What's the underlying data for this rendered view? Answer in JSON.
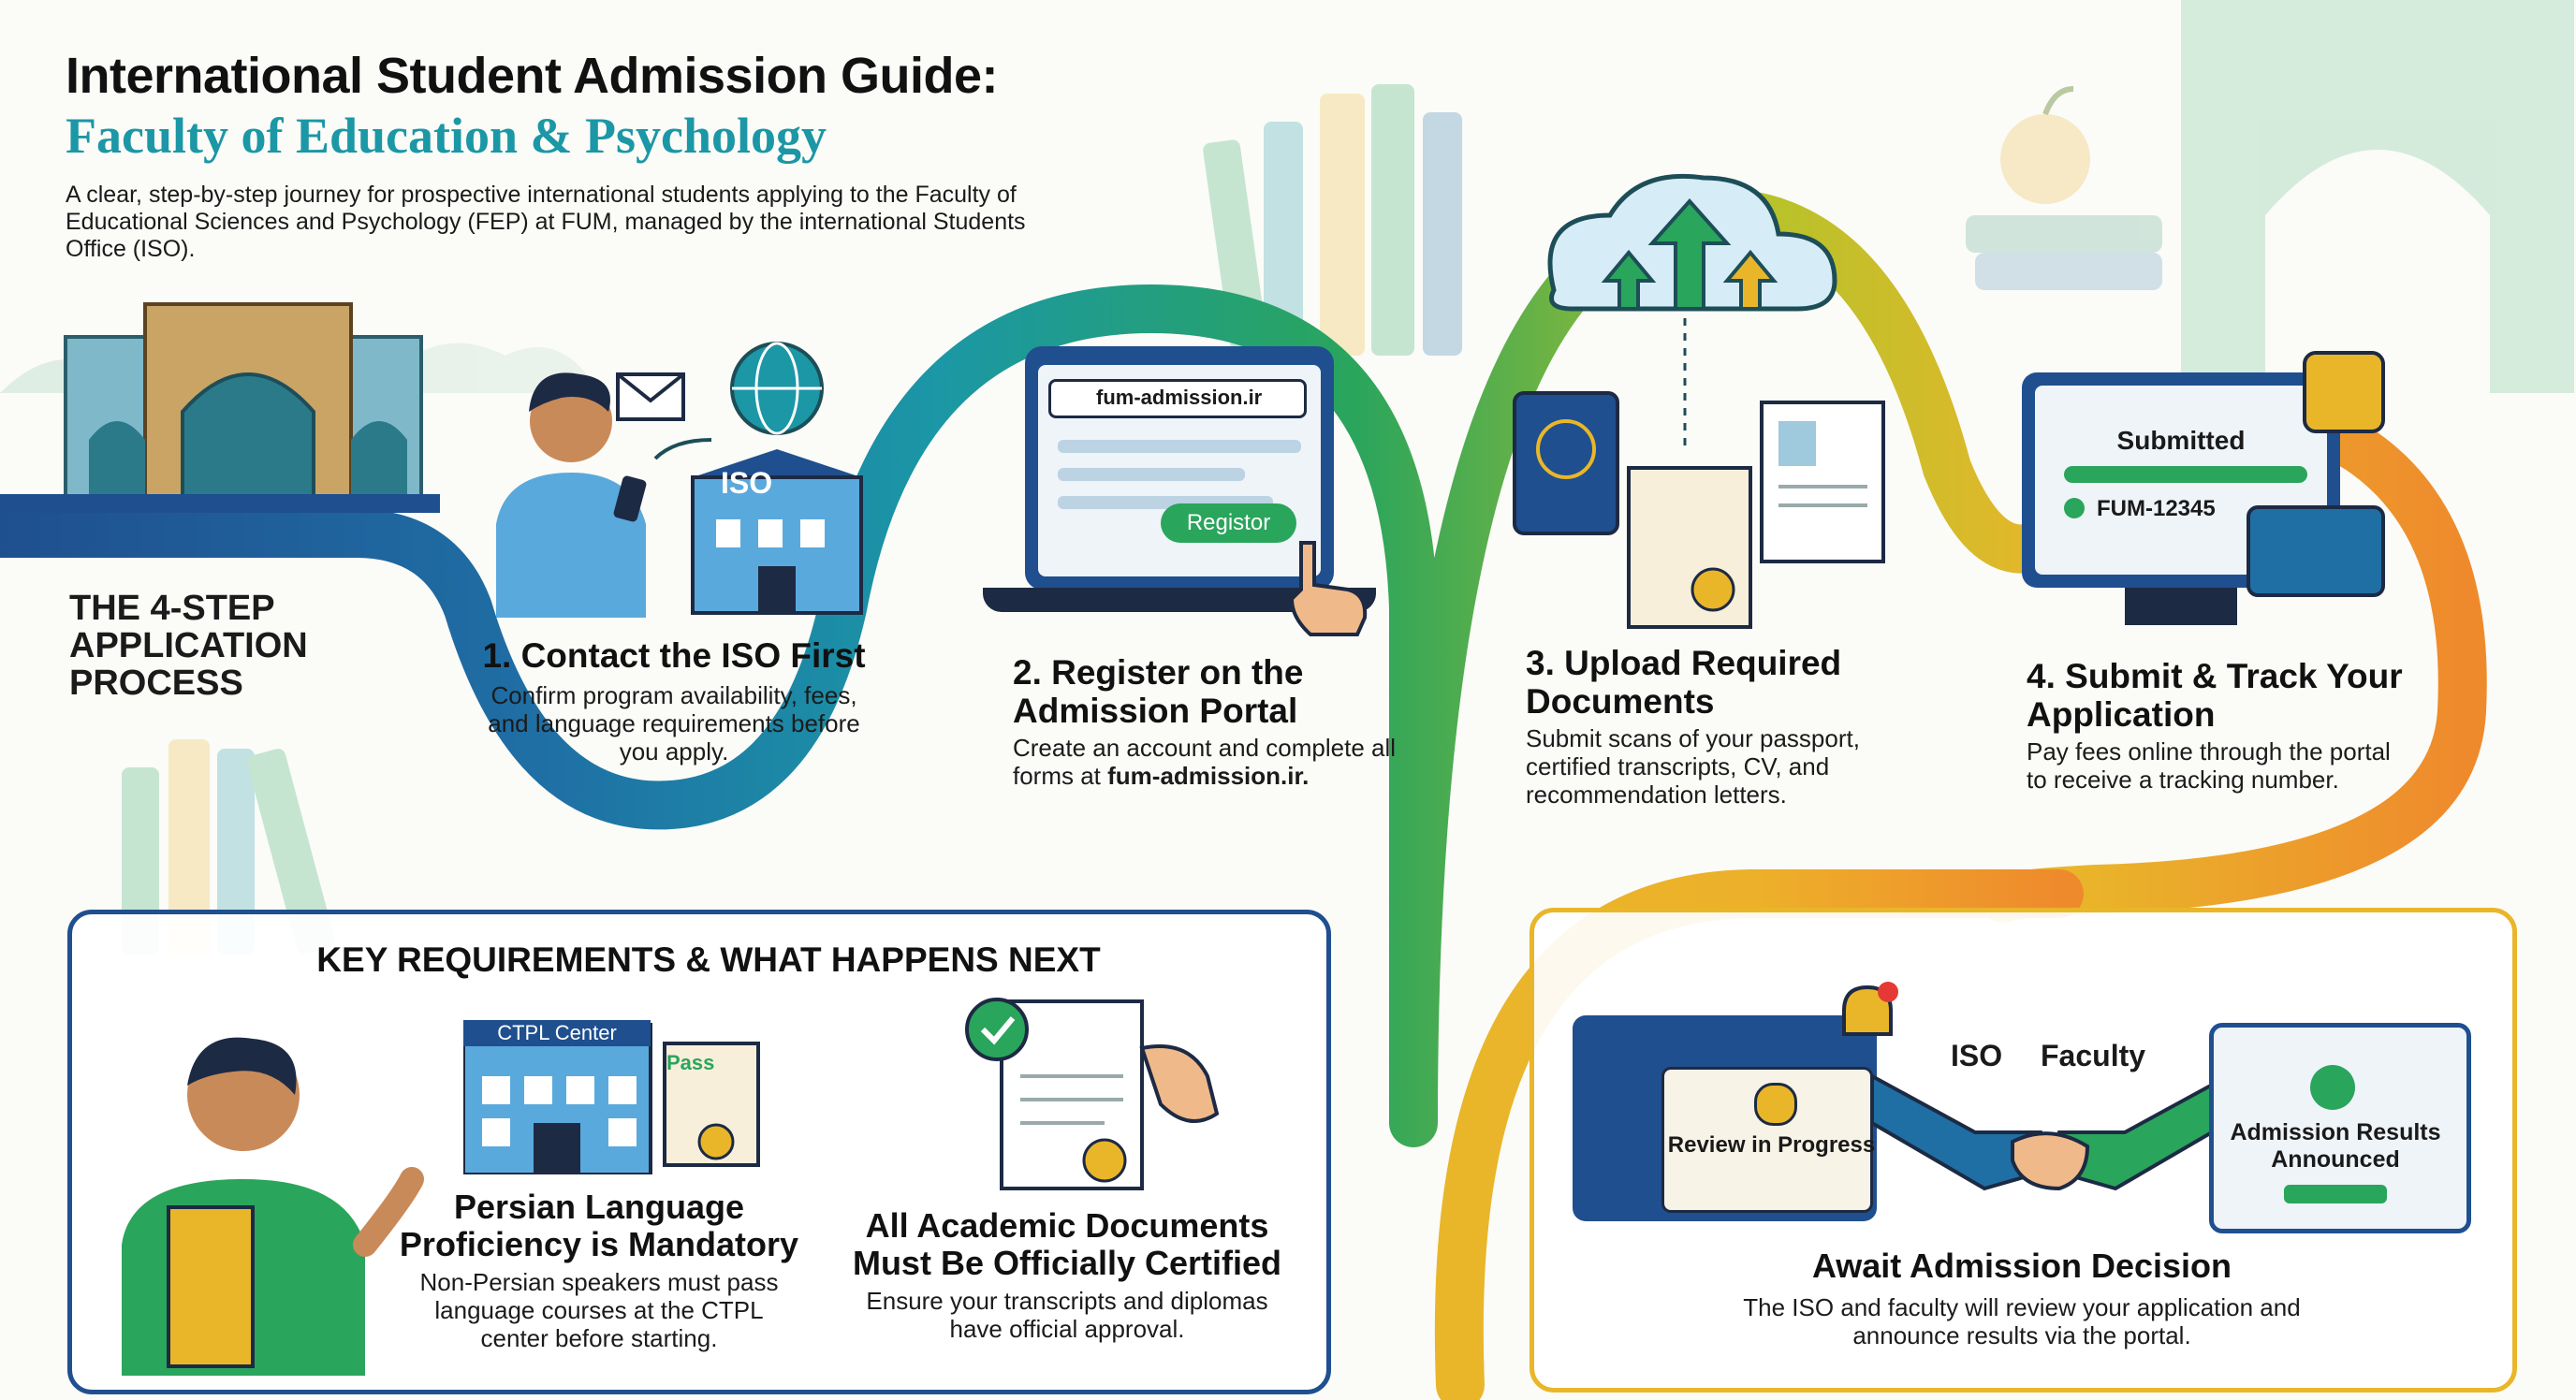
{
  "header": {
    "title": "International Student Admission Guide:",
    "subtitle": "Faculty of Education & Psychology",
    "intro": "A clear, step-by-step journey for prospective international students applying to the Faculty of Educational Sciences and Psychology (FEP) at FUM, managed by the international Students Office (ISO)."
  },
  "process_label": "THE 4-STEP APPLICATION PROCESS",
  "steps": [
    {
      "title": "1. Contact the ISO First",
      "desc": "Confirm program availability, fees, and language requirements before you apply.",
      "icon_label": "ISO"
    },
    {
      "title": "2. Register on the Admission Portal",
      "desc": "Create an account and complete all forms at ",
      "desc_bold": "fum-admission.ir.",
      "url": "fum-admission.ir",
      "button": "Registor"
    },
    {
      "title": "3. Upload Required Documents",
      "desc": "Submit scans of your passport, certified transcripts, CV, and recommendation letters."
    },
    {
      "title": "4. Submit & Track Your Application",
      "desc": "Pay fees online through the portal to receive a tracking number.",
      "status": "Submitted",
      "tracking": "FUM-12345"
    }
  ],
  "requirements": {
    "heading": "KEY REQUIREMENTS & WHAT HAPPENS NEXT",
    "items": [
      {
        "title": "Persian Language Proficiency is Mandatory",
        "desc": "Non-Persian speakers must pass language courses at the CTPL center before starting.",
        "building_label": "CTPL Center",
        "cert_label": "Pass"
      },
      {
        "title": "All Academic Documents Must Be Officially Certified",
        "desc": "Ensure your transcripts and diplomas have official approval."
      }
    ]
  },
  "decision": {
    "title": "Await Admission Decision",
    "desc": "The ISO and faculty will review your application and announce results via the portal.",
    "review_label": "Review in Progress",
    "iso_label": "ISO",
    "faculty_label": "Faculty",
    "results_label": "Admission Results Announced"
  },
  "colors": {
    "teal": "#1b97a6",
    "navy": "#1f4f8f",
    "green": "#2aa55c",
    "yellow": "#e9b62a",
    "orange": "#ef8a2c"
  }
}
